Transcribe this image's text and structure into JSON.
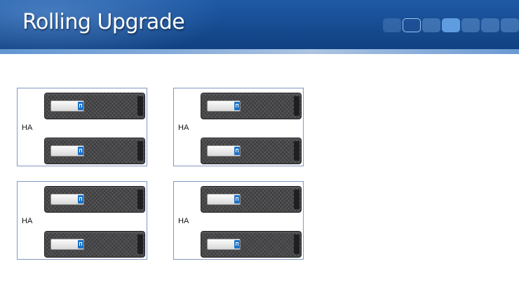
{
  "slide": {
    "title": "Rolling Upgrade",
    "progress": {
      "total_steps": 7,
      "current_step": 4
    }
  },
  "ha_pairs": [
    {
      "label": "HA"
    },
    {
      "label": "HA"
    },
    {
      "label": "HA"
    },
    {
      "label": "HA"
    }
  ],
  "colors": {
    "banner": "#154a8f",
    "pair_border": "#7f98c4",
    "logo": "#1d73c6"
  },
  "icons": {
    "controller": "storage-controller-icon",
    "logo": "netapp-logo-icon"
  }
}
